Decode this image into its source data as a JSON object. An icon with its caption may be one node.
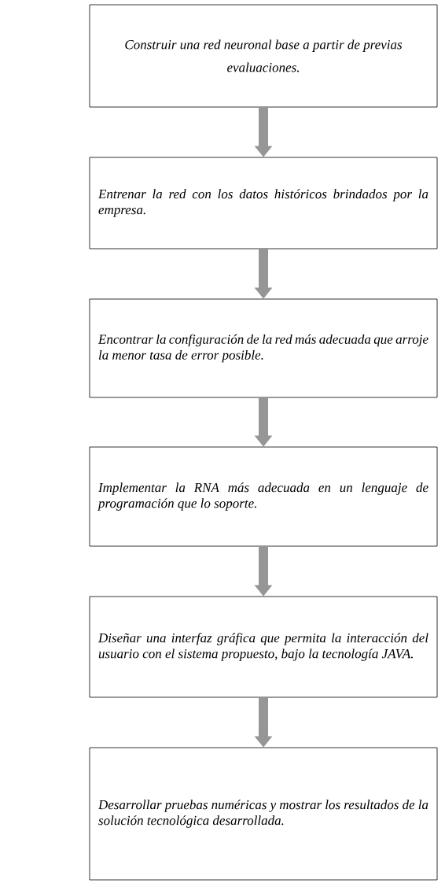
{
  "diagram": {
    "nodes": [
      {
        "text": [
          "Construir una red neuronal base a partir de previas evaluaciones."
        ]
      },
      {
        "text": [
          "Entrenar la red con los datos históricos brindados por la empresa."
        ]
      },
      {
        "text": [
          "Encontrar la configuración de la red más adecuada que arroje la menor tasa de error posible."
        ]
      },
      {
        "text": [
          "Implementar la RNA más adecuada en un lenguaje de programación que lo soporte."
        ]
      },
      {
        "text": [
          "Diseñar una interfaz gráfica que permita la interacción del usuario con el sistema propuesto, bajo la tecnología JAVA."
        ]
      },
      {
        "text": [
          "Desarrollar pruebas numéricas y mostrar los resultados de la solución tecnológica desarrollada."
        ]
      }
    ],
    "edges": [
      {
        "from": 0,
        "to": 1,
        "arrow": "to"
      },
      {
        "from": 1,
        "to": 2,
        "arrow": "to"
      },
      {
        "from": 2,
        "to": 3,
        "arrow": "to"
      },
      {
        "from": 3,
        "to": 4,
        "arrow": "to"
      },
      {
        "from": 4,
        "to": 5,
        "arrow": "to"
      }
    ]
  }
}
